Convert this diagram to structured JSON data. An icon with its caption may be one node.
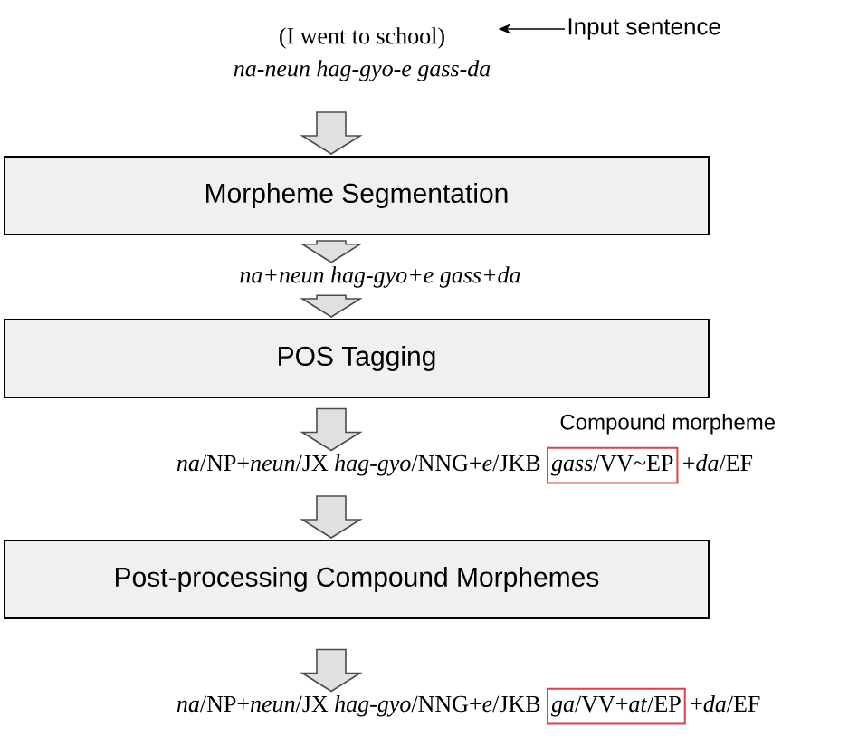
{
  "diagram": {
    "nodes": [
      {
        "text": [
          "(I went to school)",
          "na-neun hag-gyo-e gass-da"
        ]
      },
      {
        "text": [
          "Input sentence"
        ]
      },
      {
        "text": [
          "Morpheme Segmentation"
        ]
      },
      {
        "text": [
          "na+neun hag-gyo+e gass+da"
        ]
      },
      {
        "text": [
          "POS Tagging"
        ]
      },
      {
        "text": [
          "*na*/NP+*neun*/JX *hag-gyo*/NNG+*e*/JKB"
        ]
      },
      {
        "text": [
          "*gass*/VV~EP"
        ],
        "beside": [
          "Compound morpheme"
        ]
      },
      {
        "text": [
          "Post-processing Compound Morphemes"
        ]
      },
      {
        "text": [
          "*na*/NP+*neun*/JX *hag-gyo*/NNG+*e*/JKB"
        ]
      },
      {
        "text": [
          "*ga*/VV+*at*/EP"
        ]
      }
    ],
    "edges": [
      {
        "from": 1,
        "to": 0,
        "arrow": "to"
      },
      {
        "from": 0,
        "to": 2,
        "arrow": "to"
      },
      {
        "from": 2,
        "to": 3,
        "arrow": "to"
      },
      {
        "from": 3,
        "to": 4,
        "arrow": "to"
      },
      {
        "from": 4,
        "to": 5,
        "arrow": "to"
      },
      {
        "from": 5,
        "to": 7,
        "arrow": "to"
      },
      {
        "from": 7,
        "to": 8,
        "arrow": "to"
      }
    ],
    "labels": [
      "+*da*/EF",
      "+*da*/EF"
    ]
  }
}
